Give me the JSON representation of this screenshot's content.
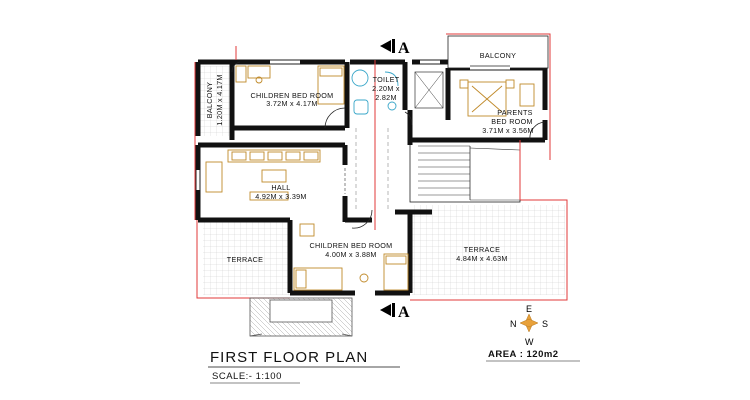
{
  "plan": {
    "title": "FIRST FLOOR PLAN",
    "scale": "SCALE:- 1:100",
    "area": "AREA : 120m2",
    "section_marker": "A",
    "compass": {
      "north": "N",
      "east": "E",
      "south": "S",
      "west": "W"
    },
    "rooms": {
      "children_bed_1": {
        "name": "CHILDREN BED ROOM",
        "size": "3.72M x 4.17M"
      },
      "toilet": {
        "name": "TOILET",
        "size": "2.20M x 2.82M"
      },
      "balcony_top": {
        "name": "BALCONY"
      },
      "parents_bed": {
        "name": "PARENTS",
        "name2": "BED ROOM",
        "size": "3.71M x 3.56M"
      },
      "balcony_left": {
        "name": "BALCONY",
        "size": "1.20M x 4.17M"
      },
      "hall": {
        "name": "HALL",
        "size": "4.92M x 3.39M"
      },
      "children_bed_2": {
        "name": "CHILDREN BED ROOM",
        "size": "4.00M x 3.88M"
      },
      "terrace_left": {
        "name": "TERRACE"
      },
      "terrace_right": {
        "name": "TERRACE",
        "size": "4.84M x 4.63M"
      }
    },
    "colors": {
      "wall": "#111111",
      "red_lines": "#e03a3a",
      "furniture": "#c08a2a",
      "fixtures": "#3aa7c9",
      "compass_star": "#e8a13a"
    }
  }
}
